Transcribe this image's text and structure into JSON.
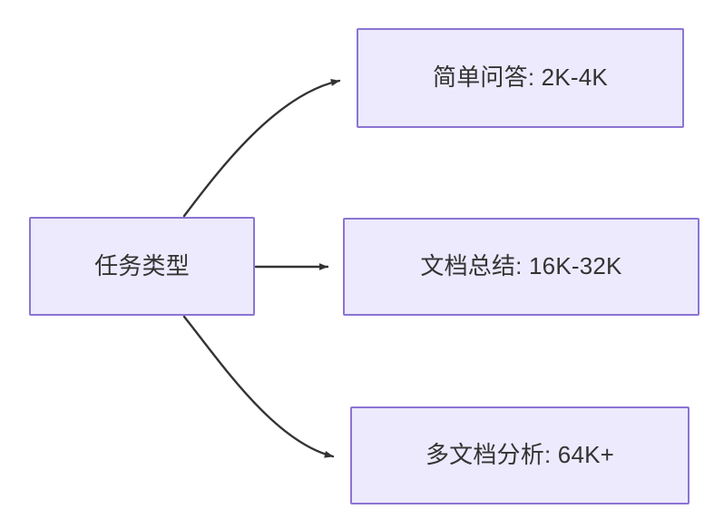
{
  "diagram": {
    "type": "flowchart",
    "direction": "left-to-right",
    "theme": {
      "node_fill": "#ECEAFC",
      "node_border": "#8B74D4",
      "text_color": "#333333",
      "edge_color": "#333333",
      "background": "#FFFFFF"
    },
    "source_node": {
      "id": "task-type",
      "label": "任务类型"
    },
    "target_nodes": [
      {
        "id": "simple-qa",
        "label": "简单问答: 2K-4K"
      },
      {
        "id": "doc-summary",
        "label": "文档总结: 16K-32K"
      },
      {
        "id": "multi-doc-analysis",
        "label": "多文档分析: 64K+"
      }
    ],
    "edges": [
      {
        "from": "task-type",
        "to": "simple-qa",
        "style": "curved",
        "arrow": "end"
      },
      {
        "from": "task-type",
        "to": "doc-summary",
        "style": "straight",
        "arrow": "end"
      },
      {
        "from": "task-type",
        "to": "multi-doc-analysis",
        "style": "curved",
        "arrow": "end"
      }
    ]
  }
}
